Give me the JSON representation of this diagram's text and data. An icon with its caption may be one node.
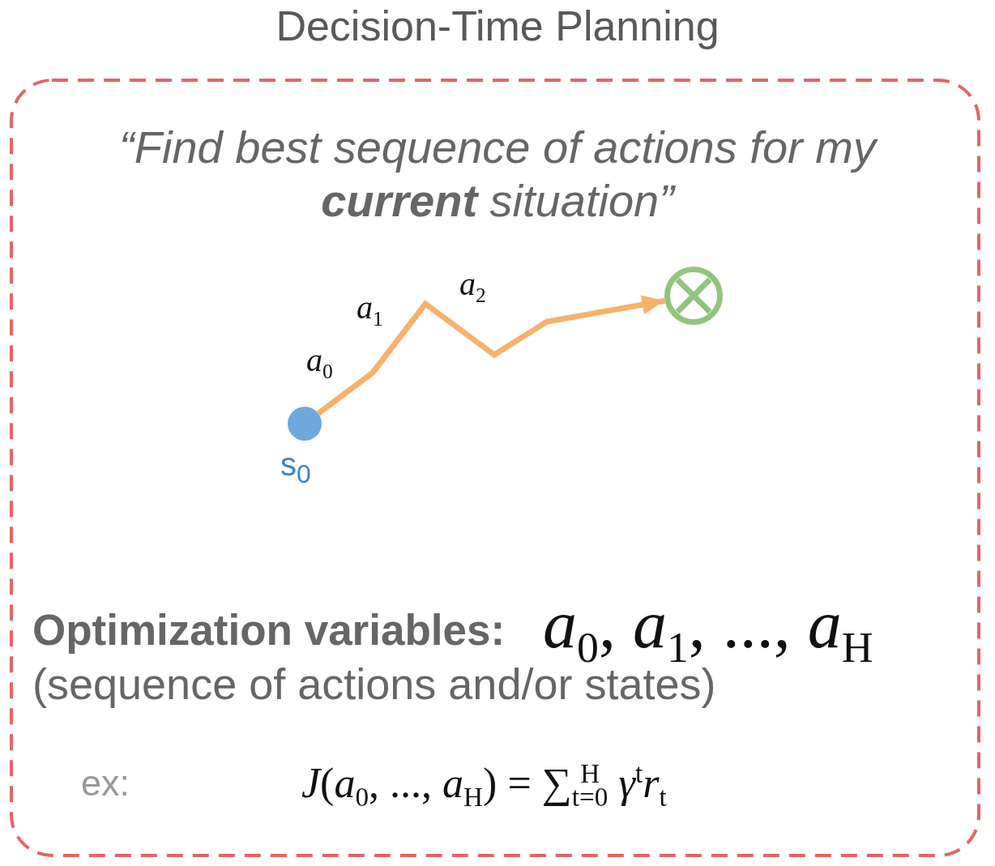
{
  "diagram": {
    "title": "Decision-Time Planning",
    "nodes": [
      {
        "text": [
          "“Find best sequence of actions for my **current** situation”",
          "Optimization variables:",
          "*a*$_{0}$, *a*$_{1}$, ..., *a*$_{H}$",
          "(sequence of actions and/or states)",
          "ex:",
          "*J*(*a*$_{0}$, ..., *a*$_{H}$) = ∑$_{t=0}$$^{H}$ *γ*$^{t}$*r*$_{t}$"
        ]
      },
      {
        "text": [],
        "shape": "circle",
        "in": 0,
        "beside": [
          "s$_{0}$"
        ]
      },
      {
        "text": [],
        "shape": "circle",
        "in": 0
      }
    ],
    "edges": [
      {
        "from": 1,
        "to": 2,
        "arrow": "to"
      }
    ],
    "labels": [
      "*a*$_{0}$",
      "*a*$_{1}$",
      "*a*$_{2}$"
    ]
  }
}
